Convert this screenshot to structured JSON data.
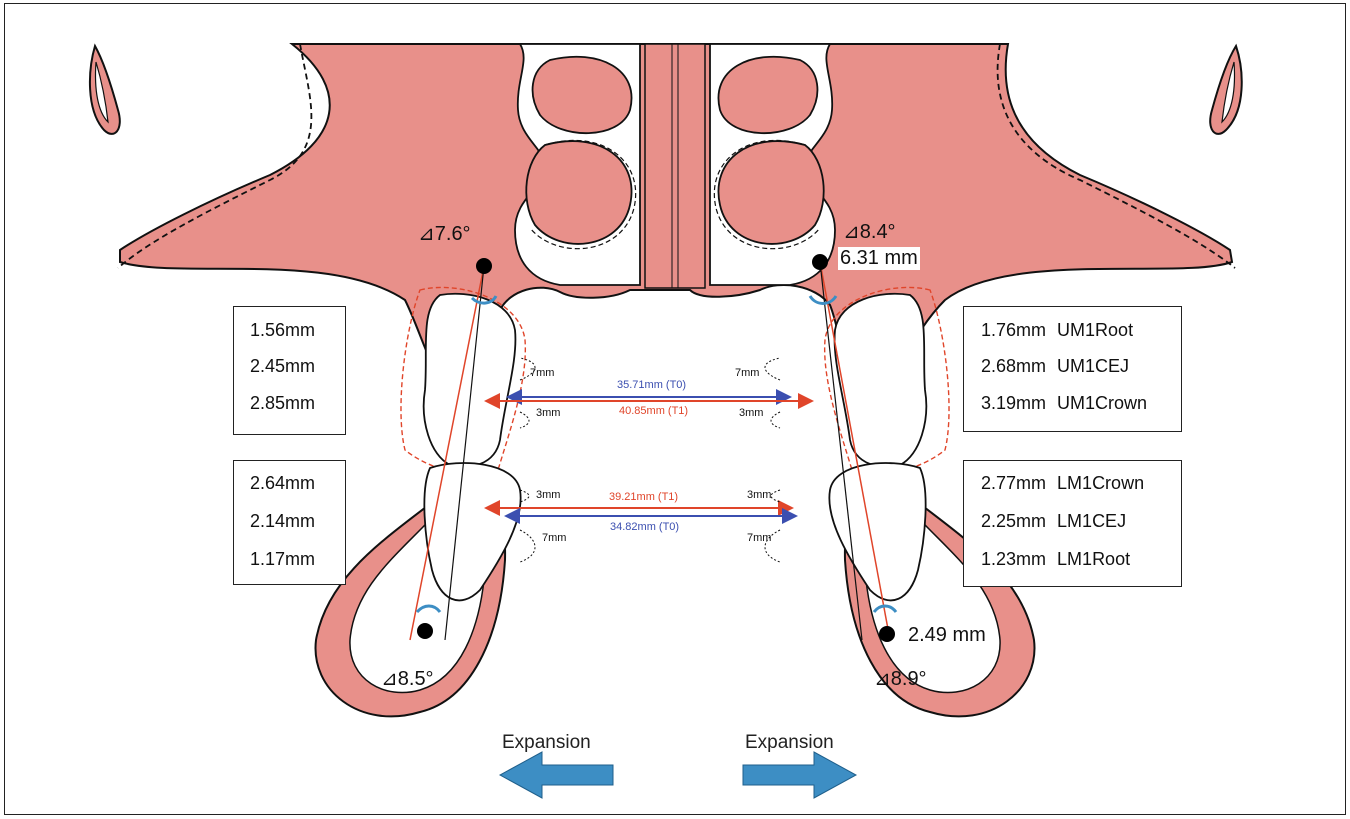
{
  "angles": {
    "upper_left": "⊿7.6°",
    "upper_right": "⊿8.4°",
    "lower_left": "⊿8.5°",
    "lower_right": "⊿8.9°"
  },
  "displacements": {
    "upper_right": "6.31 mm",
    "lower_right": "2.49 mm"
  },
  "left_upper_box": [
    "1.56mm",
    "2.45mm",
    "2.85mm"
  ],
  "left_lower_box": [
    "2.64mm",
    "2.14mm",
    "1.17mm"
  ],
  "right_upper_box": [
    {
      "value": "1.76mm",
      "name": "UM1Root"
    },
    {
      "value": "2.68mm",
      "name": "UM1CEJ"
    },
    {
      "value": "3.19mm",
      "name": "UM1Crown"
    }
  ],
  "right_lower_box": [
    {
      "value": "2.77mm",
      "name": "LM1Crown"
    },
    {
      "value": "2.25mm",
      "name": "LM1CEJ"
    },
    {
      "value": "1.23mm",
      "name": "LM1Root"
    }
  ],
  "widths": {
    "upper_t0": "35.71mm (T0)",
    "upper_t1": "40.85mm (T1)",
    "lower_t1": "39.21mm (T1)",
    "lower_t0": "34.82mm (T0)"
  },
  "small_labels": {
    "seven_mm": "7mm",
    "three_mm": "3mm"
  },
  "expansion": {
    "left": "Expansion",
    "right": "Expansion"
  },
  "colors": {
    "tissue": "#e8908a",
    "t0_line": "#3b4fb0",
    "t1_line": "#e0452a",
    "arrow": "#3d8ec4"
  }
}
